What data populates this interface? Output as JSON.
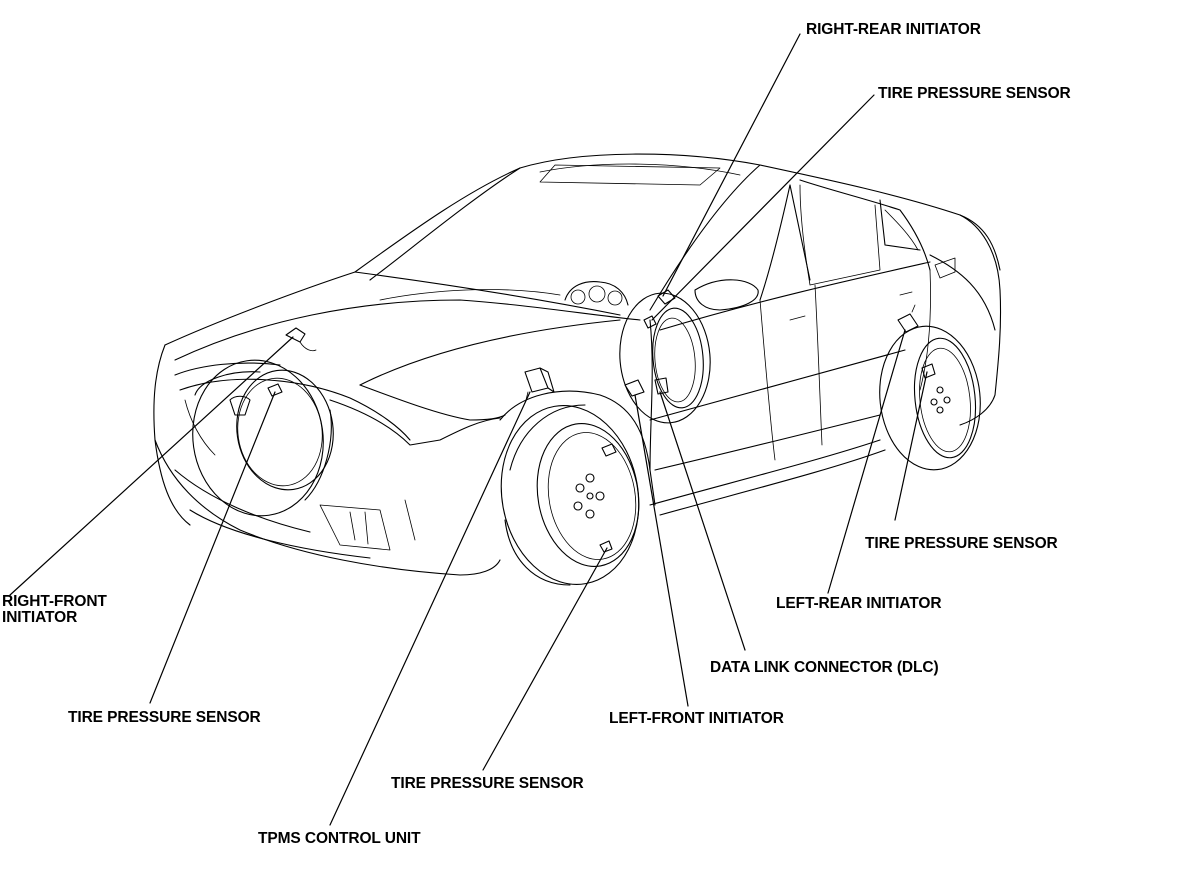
{
  "labels": {
    "right_rear_initiator": "RIGHT-REAR INITIATOR",
    "tire_pressure_sensor_right_rear": "TIRE PRESSURE SENSOR",
    "tire_pressure_sensor_left_rear": "TIRE PRESSURE SENSOR",
    "left_rear_initiator": "LEFT-REAR INITIATOR",
    "data_link_connector": "DATA LINK CONNECTOR (DLC)",
    "left_front_initiator": "LEFT-FRONT INITIATOR",
    "tire_pressure_sensor_left_front": "TIRE PRESSURE SENSOR",
    "tpms_control_unit": "TPMS CONTROL UNIT",
    "tire_pressure_sensor_right_front": "TIRE PRESSURE SENSOR",
    "right_front_initiator_line1": "RIGHT-FRONT",
    "right_front_initiator_line2": "INITIATOR"
  },
  "colors": {
    "line": "#000000",
    "background": "#ffffff"
  }
}
